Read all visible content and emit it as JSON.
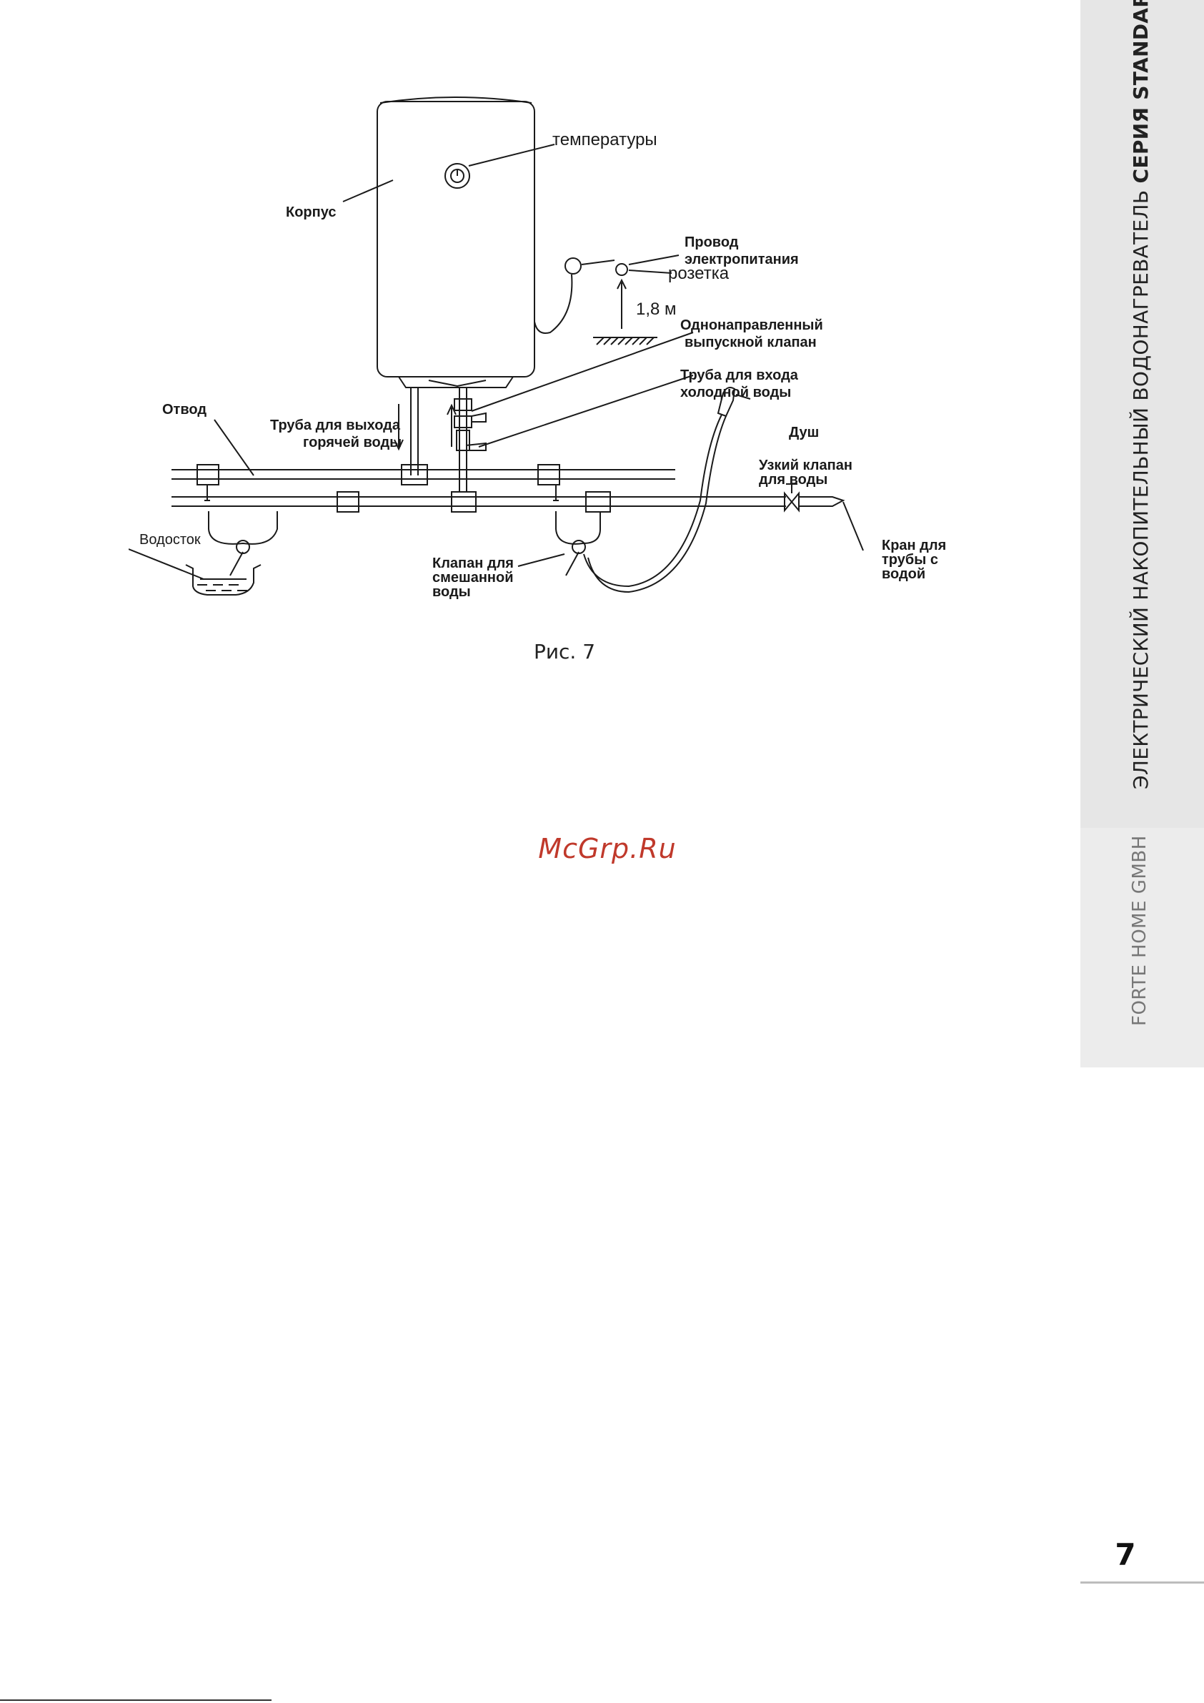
{
  "sidebar": {
    "title_regular": "ЭЛЕКТРИЧЕСКИЙ НАКОПИТЕЛЬНЫЙ ВОДОНАГРЕВАТЕЛЬ ",
    "title_bold": "СЕРИЯ STANDART",
    "company": "FORTE HOME GMBH"
  },
  "figure": {
    "labels": {
      "temperature": "температуры",
      "body": "Корпус",
      "power_cord_1": "Провод",
      "power_cord_2": "электропитания",
      "socket": "розетка",
      "height": "1,8 м",
      "check_valve_1": "Однонаправленный",
      "check_valve_2": "выпускной клапан",
      "cold_inlet_1": "Труба для входа",
      "cold_inlet_2": "холодной воды",
      "branch": "Отвод",
      "hot_outlet_1": "Труба для выхода",
      "hot_outlet_2": "горячей воды",
      "shower": "Душ",
      "narrow_valve_1": "Узкий клапан",
      "narrow_valve_2": "для воды",
      "drain": "Водосток",
      "mixed_valve_1": "Клапан для",
      "mixed_valve_2": "смешанной",
      "mixed_valve_3": "воды",
      "tap_1": "Кран для",
      "tap_2": "трубы с",
      "tap_3": "водой"
    },
    "caption": "Рис. 7"
  },
  "watermark": "McGrp.Ru",
  "page_number": "7"
}
